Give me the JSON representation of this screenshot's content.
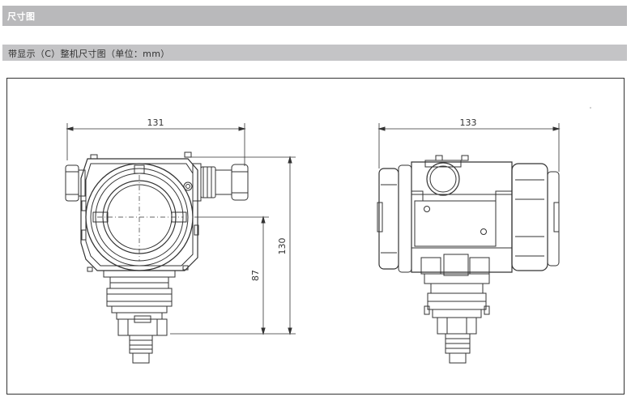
{
  "header": {
    "title": "尺寸图"
  },
  "subheader": {
    "title": "带显示（C）整机尺寸图（单位：mm）"
  },
  "drawing": {
    "front_view": {
      "width_dim": "131",
      "height_dim": "130",
      "center_dim": "87"
    },
    "side_view": {
      "width_dim": "133"
    }
  },
  "colors": {
    "header_bar": "#b9b9bb",
    "subheader_bar": "#c4c4c6",
    "line": "#333333"
  }
}
